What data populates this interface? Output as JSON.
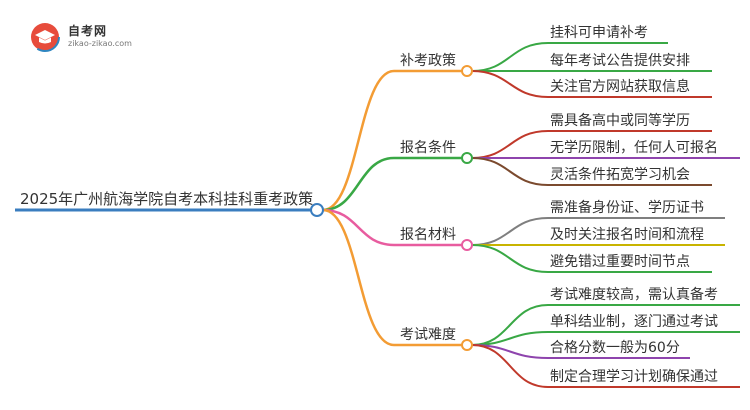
{
  "logo": {
    "name": "自考网",
    "url": "zikao-zikao.com"
  },
  "root": {
    "label": "2025年广州航海学院自考本科挂科重考政策",
    "color": "#3a7dbf"
  },
  "branches": [
    {
      "label": "补考政策",
      "color": "#f39c34",
      "leaves": [
        {
          "label": "挂科可申请补考",
          "color": "#39a845"
        },
        {
          "label": "每年考试公告提供安排",
          "color": "#39a845"
        },
        {
          "label": "关注官方网站获取信息",
          "color": "#c0392b"
        }
      ]
    },
    {
      "label": "报名条件",
      "color": "#39a845",
      "leaves": [
        {
          "label": "需具备高中或同等学历",
          "color": "#c0392b"
        },
        {
          "label": "无学历限制，任何人可报名",
          "color": "#8e44ad"
        },
        {
          "label": "灵活条件拓宽学习机会",
          "color": "#7b4a2e"
        }
      ]
    },
    {
      "label": "报名材料",
      "color": "#e85c9f",
      "leaves": [
        {
          "label": "需准备身份证、学历证书",
          "color": "#7f7f7f"
        },
        {
          "label": "及时关注报名时间和流程",
          "color": "#c8b400"
        },
        {
          "label": "避免错过重要时间节点",
          "color": "#39a845"
        }
      ]
    },
    {
      "label": "考试难度",
      "color": "#f39c34",
      "leaves": [
        {
          "label": "考试难度较高，需认真备考",
          "color": "#39a845"
        },
        {
          "label": "单科结业制，逐门通过考试",
          "color": "#39a845"
        },
        {
          "label": "合格分数一般为60分",
          "color": "#8e44ad"
        },
        {
          "label": "制定合理学习计划确保通过",
          "color": "#c0392b"
        }
      ]
    }
  ]
}
